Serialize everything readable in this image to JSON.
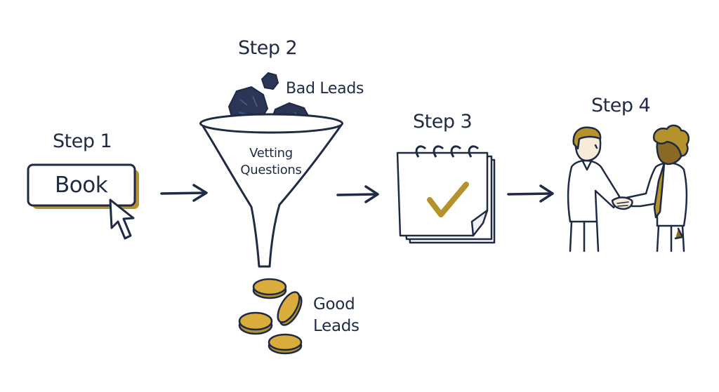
{
  "step1": {
    "label": "Step 1",
    "button_label": "Book"
  },
  "step2": {
    "label": "Step 2",
    "funnel_label_line1": "Vetting",
    "funnel_label_line2": "Questions",
    "bad_leads_label": "Bad Leads",
    "good_leads_line1": "Good",
    "good_leads_line2": "Leads"
  },
  "step3": {
    "label": "Step 3"
  },
  "step4": {
    "label": "Step 4"
  },
  "icons": [
    "cursor-icon",
    "funnel-icon",
    "rock-icon",
    "coin-icon",
    "calendar-icon",
    "checkmark-icon",
    "handshake-icon",
    "arrow-icon"
  ],
  "colors": {
    "ink": "#1f2a44",
    "gold": "#b5922c",
    "coin": "#d9ac3c",
    "rock": "#2b3556",
    "skin": "#f7ecd9"
  }
}
